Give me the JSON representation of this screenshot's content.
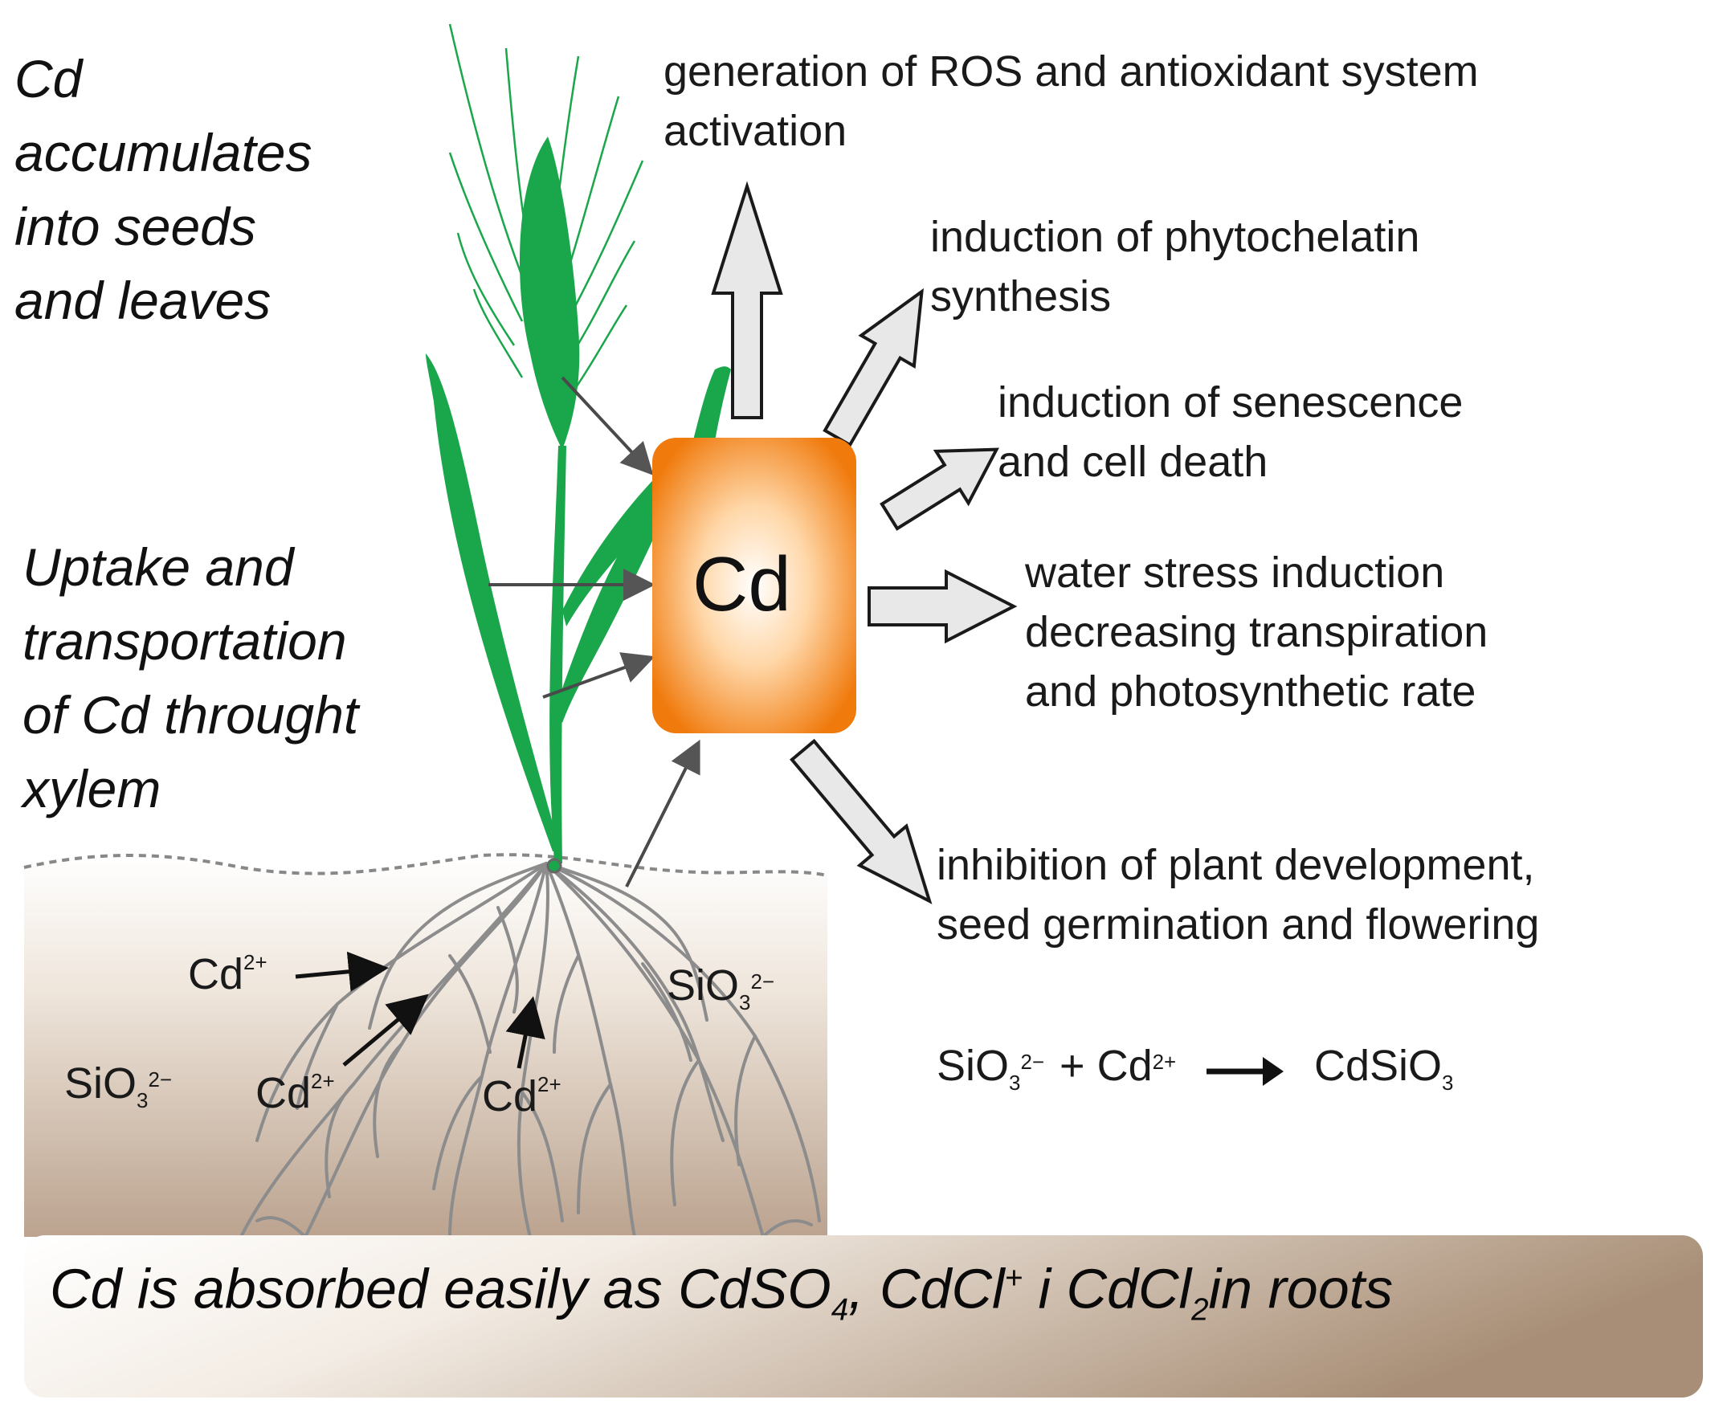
{
  "left_labels": {
    "accumulation": [
      "Cd",
      "accumulates",
      "into seeds",
      "and leaves"
    ],
    "uptake": [
      "Uptake and",
      "transportation",
      "of Cd throught",
      "xylem"
    ]
  },
  "center": {
    "label": "Cd"
  },
  "effects": [
    {
      "lines": [
        "generation of ROS and antioxidant system",
        "activation"
      ]
    },
    {
      "lines": [
        "induction of phytochelatin",
        "synthesis"
      ]
    },
    {
      "lines": [
        "induction of senescence",
        "and cell death"
      ]
    },
    {
      "lines": [
        "water stress induction",
        "decreasing transpiration",
        "and photosynthetic rate"
      ]
    },
    {
      "lines": [
        "inhibition of plant  development,",
        "seed germination and flowering"
      ]
    }
  ],
  "soil_ions": {
    "cd_base": "Cd",
    "cd_charge": "2+",
    "sio_base": "SiO",
    "sio_sub": "3",
    "sio_charge": "2−"
  },
  "equation": {
    "reactant1_base": "SiO",
    "reactant1_sub": "3",
    "reactant1_charge": "2−",
    "plus": "+",
    "reactant2_base": "Cd",
    "reactant2_charge": "2+",
    "product_base": "CdSiO",
    "product_sub": "3"
  },
  "banner": {
    "part1": "Cd is absorbed easily as CdSO",
    "sub1": "4",
    "part2": ", CdCl",
    "sup2": "+",
    "part3": " i CdCl",
    "sub3": "2",
    "part4": "in roots"
  },
  "colors": {
    "plant_green": "#1aa64a",
    "cd_box_orange": "#f07a0c",
    "cd_box_center": "#ffffff",
    "soil_brown": "#b59a84",
    "root_gray": "#8a8a8a",
    "arrow_fill": "#e8e8e8"
  }
}
